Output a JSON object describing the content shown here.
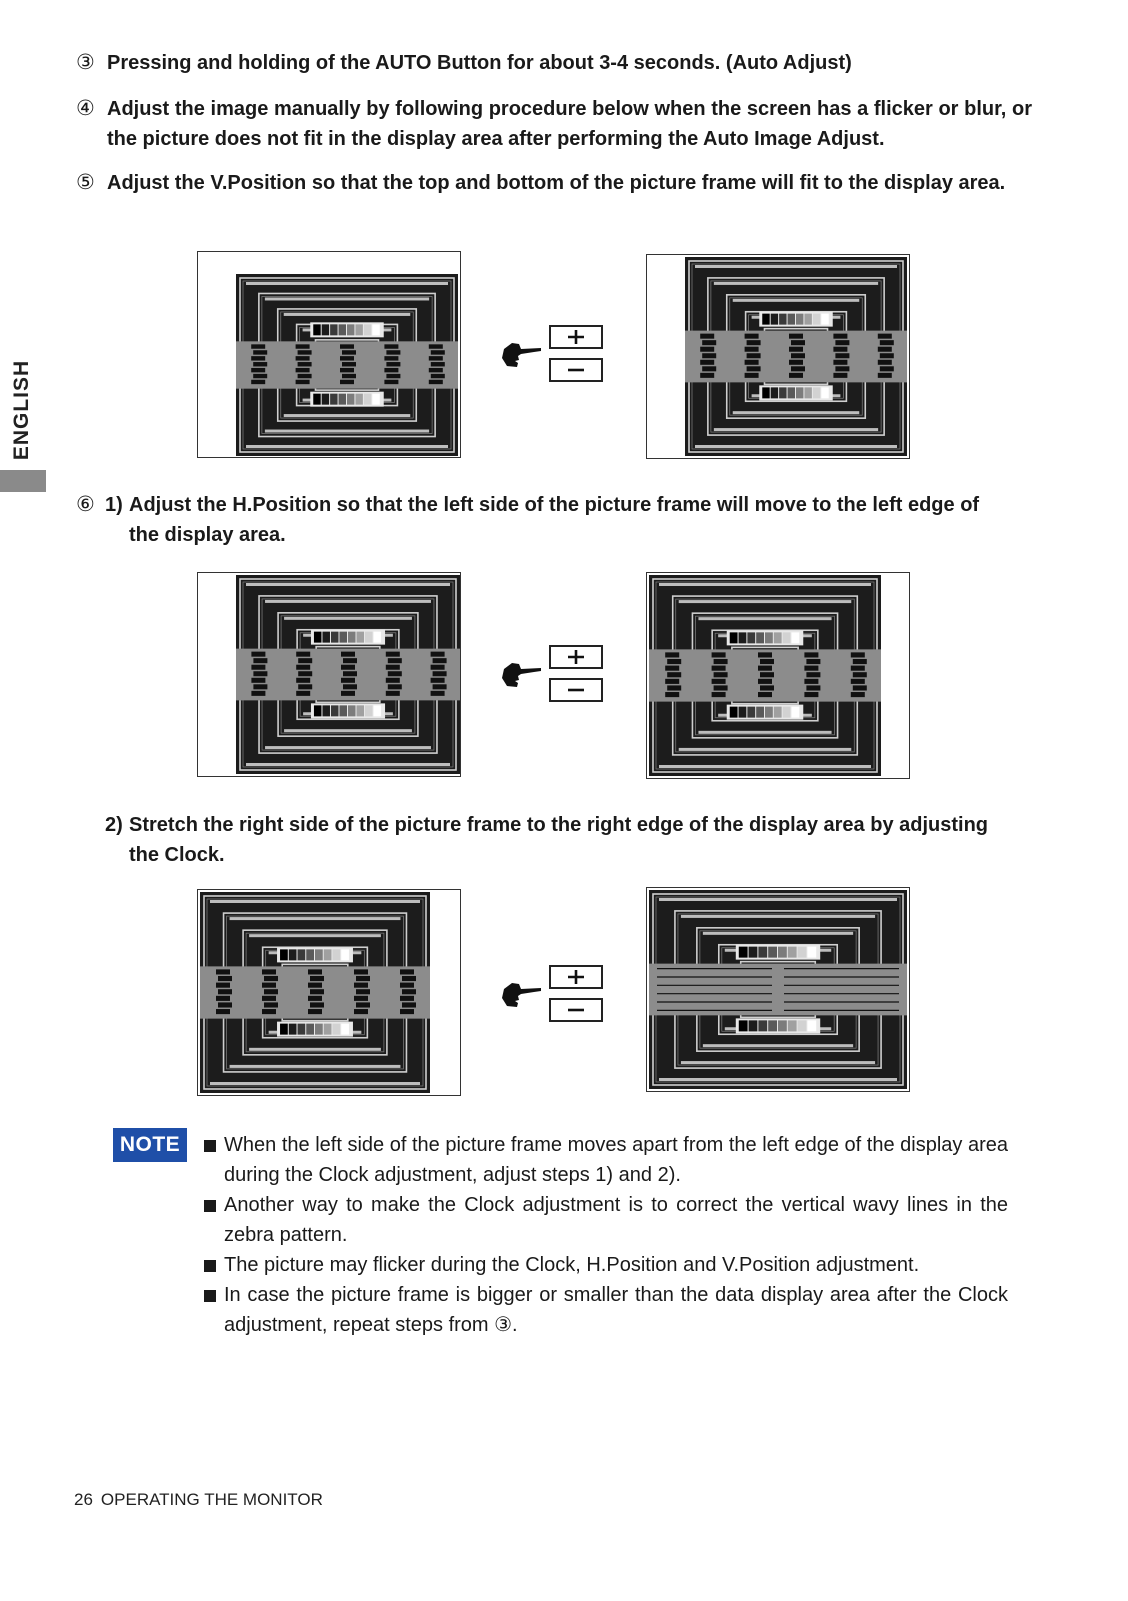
{
  "side_label": "ENGLISH",
  "steps": [
    {
      "num": "③",
      "text": "Pressing and holding of the AUTO Button for about 3-4 seconds. (Auto Adjust)"
    },
    {
      "num": "④",
      "text": "Adjust the image manually by following procedure below when the screen has a flicker or blur, or the picture does not fit in the display area after performing the Auto Image Adjust."
    },
    {
      "num": "⑤",
      "text": "Adjust the V.Position so that the top and bottom of the picture frame will fit to the display area."
    },
    {
      "num": "⑥",
      "text": ""
    }
  ],
  "substeps": [
    {
      "label": "1)",
      "text": "Adjust the H.Position so that the left side of the picture frame will move to the left edge of the display area."
    },
    {
      "label": "2)",
      "text": "Stretch the right side of the picture frame to the right edge of the display area by adjusting the Clock."
    }
  ],
  "buttons": {
    "plus": "+",
    "minus": "−"
  },
  "icons": {
    "hand": "pointing-hand-icon",
    "plus": "plus-icon",
    "minus": "minus-icon"
  },
  "note": {
    "badge": "NOTE",
    "items": [
      "When the left side of the picture frame moves apart from the left edge of the display area during the Clock adjustment, adjust steps 1) and 2).",
      "Another way to make the Clock adjustment is to correct the vertical wavy lines in the zebra pattern.",
      "The picture may flicker during the Clock, H.Position and V.Position adjustment.",
      "In case the picture frame is bigger or smaller than the data display area after the Clock adjustment, repeat steps from ③."
    ]
  },
  "footer": {
    "page": "26",
    "section": "OPERATING THE MONITOR"
  },
  "colors": {
    "note_badge": "#1f4fa8",
    "tab_bar": "#8a8a8a",
    "pattern_dark": "#1c1c1c",
    "pattern_band": "#8c8c8c"
  }
}
